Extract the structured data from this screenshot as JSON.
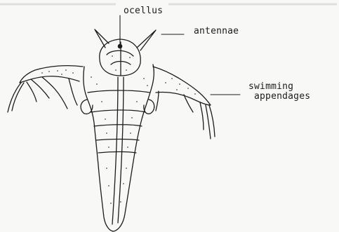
{
  "labels": {
    "ocellus": "ocellus",
    "antennae": "antennae",
    "swimming_line1": "swimming",
    "swimming_line2": "appendages"
  },
  "colors": {
    "ink": "#1c1c1c",
    "paper": "#f8f8f6"
  }
}
